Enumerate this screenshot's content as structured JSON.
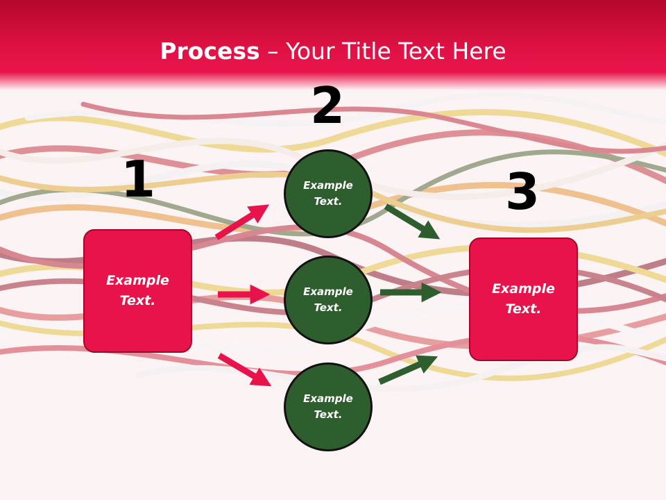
{
  "title": {
    "bold": "Process",
    "rest": " – Your Title Text Here"
  },
  "steps": {
    "one": "1",
    "two": "2",
    "three": "3"
  },
  "left_box": {
    "line1": "Example",
    "line2": "Text."
  },
  "right_box": {
    "line1": "Example",
    "line2": "Text."
  },
  "circles": [
    {
      "line1": "Example",
      "line2": "Text."
    },
    {
      "line1": "Example",
      "line2": "Text."
    },
    {
      "line1": "Example",
      "line2": "Text."
    }
  ],
  "colors": {
    "header": "#e01245",
    "box_fill": "#e8134b",
    "circle_fill": "#2e5e2e",
    "red_arrow": "#e8134b",
    "green_arrow": "#2e5e2e"
  }
}
